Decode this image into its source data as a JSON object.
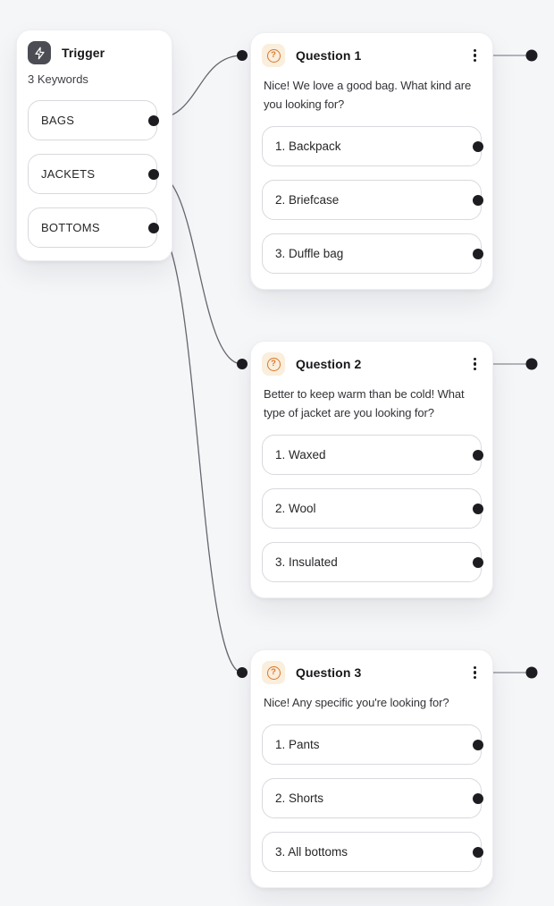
{
  "colors": {
    "canvas_bg": "#F5F6F8",
    "card_bg": "#FFFFFF",
    "accent_orange": "#D9772E",
    "question_icon_bg": "#FAEEDC",
    "trigger_icon_bg": "#4C4C54",
    "connector_dot": "#1C1C21",
    "wire_curve": "#66666D",
    "wire_straight": "#B2B2B8",
    "pill_border": "#D9D9DE"
  },
  "trigger": {
    "title": "Trigger",
    "subtitle": "3 Keywords",
    "icon": "lightning-bolt-icon",
    "keywords": [
      "BAGS",
      "JACKETS",
      "BOTTOMS"
    ]
  },
  "questions": [
    {
      "title": "Question 1",
      "icon": "circled-question-mark-icon",
      "menu_icon": "kebab-menu-icon",
      "text": "Nice! We love a good bag. What kind are you looking for?",
      "options": [
        "1. Backpack",
        "2. Briefcase",
        "3. Duffle bag"
      ]
    },
    {
      "title": "Question 2",
      "icon": "circled-question-mark-icon",
      "menu_icon": "kebab-menu-icon",
      "text": "Better to keep warm than be cold! What type of jacket are you looking for?",
      "options": [
        "1. Waxed",
        "2. Wool",
        "3. Insulated"
      ]
    },
    {
      "title": "Question 3",
      "icon": "circled-question-mark-icon",
      "menu_icon": "kebab-menu-icon",
      "text": "Nice! Any specific you're looking for?",
      "options": [
        "1. Pants",
        "2. Shorts",
        "3. All bottoms"
      ]
    }
  ]
}
